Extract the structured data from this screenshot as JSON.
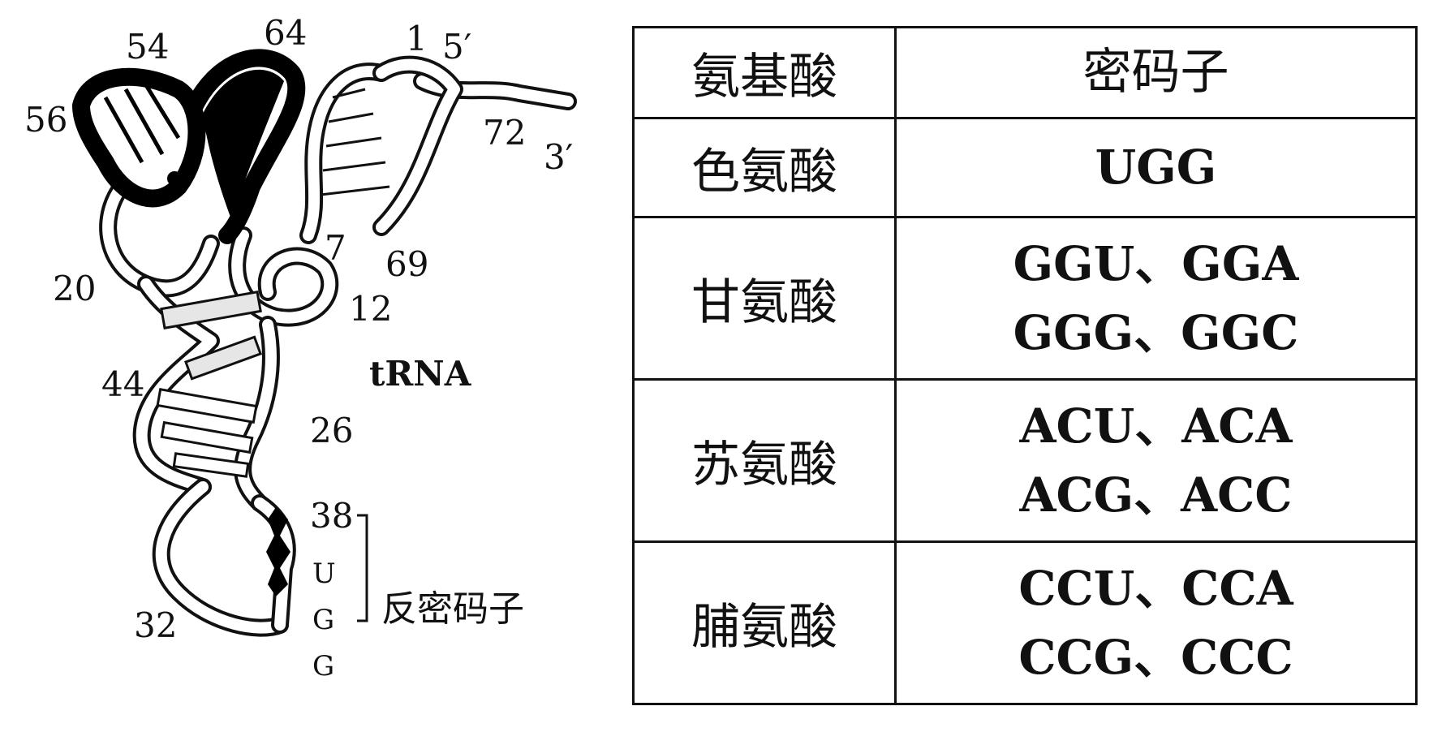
{
  "diagram": {
    "numbers": {
      "n54": "54",
      "n64": "64",
      "n1": "1",
      "n5p": "5′",
      "n56": "56",
      "n72": "72",
      "n3p": "3′",
      "n7": "7",
      "n69": "69",
      "n20": "20",
      "n12": "12",
      "n44": "44",
      "n26": "26",
      "n38": "38",
      "n32": "32"
    },
    "trna_label": "tRNA",
    "anticodon_bases": [
      "U",
      "G",
      "G"
    ],
    "anticodon_label": "反密码子"
  },
  "table": {
    "headers": {
      "amino_acid": "氨基酸",
      "codon": "密码子"
    },
    "rows": [
      {
        "amino_acid": "色氨酸",
        "codons": [
          "UGG"
        ]
      },
      {
        "amino_acid": "甘氨酸",
        "codons": [
          "GGU、GGA",
          "GGG、GGC"
        ]
      },
      {
        "amino_acid": "苏氨酸",
        "codons": [
          "ACU、ACA",
          "ACG、ACC"
        ]
      },
      {
        "amino_acid": "脯氨酸",
        "codons": [
          "CCU、CCA",
          "CCG、CCC"
        ]
      }
    ]
  }
}
